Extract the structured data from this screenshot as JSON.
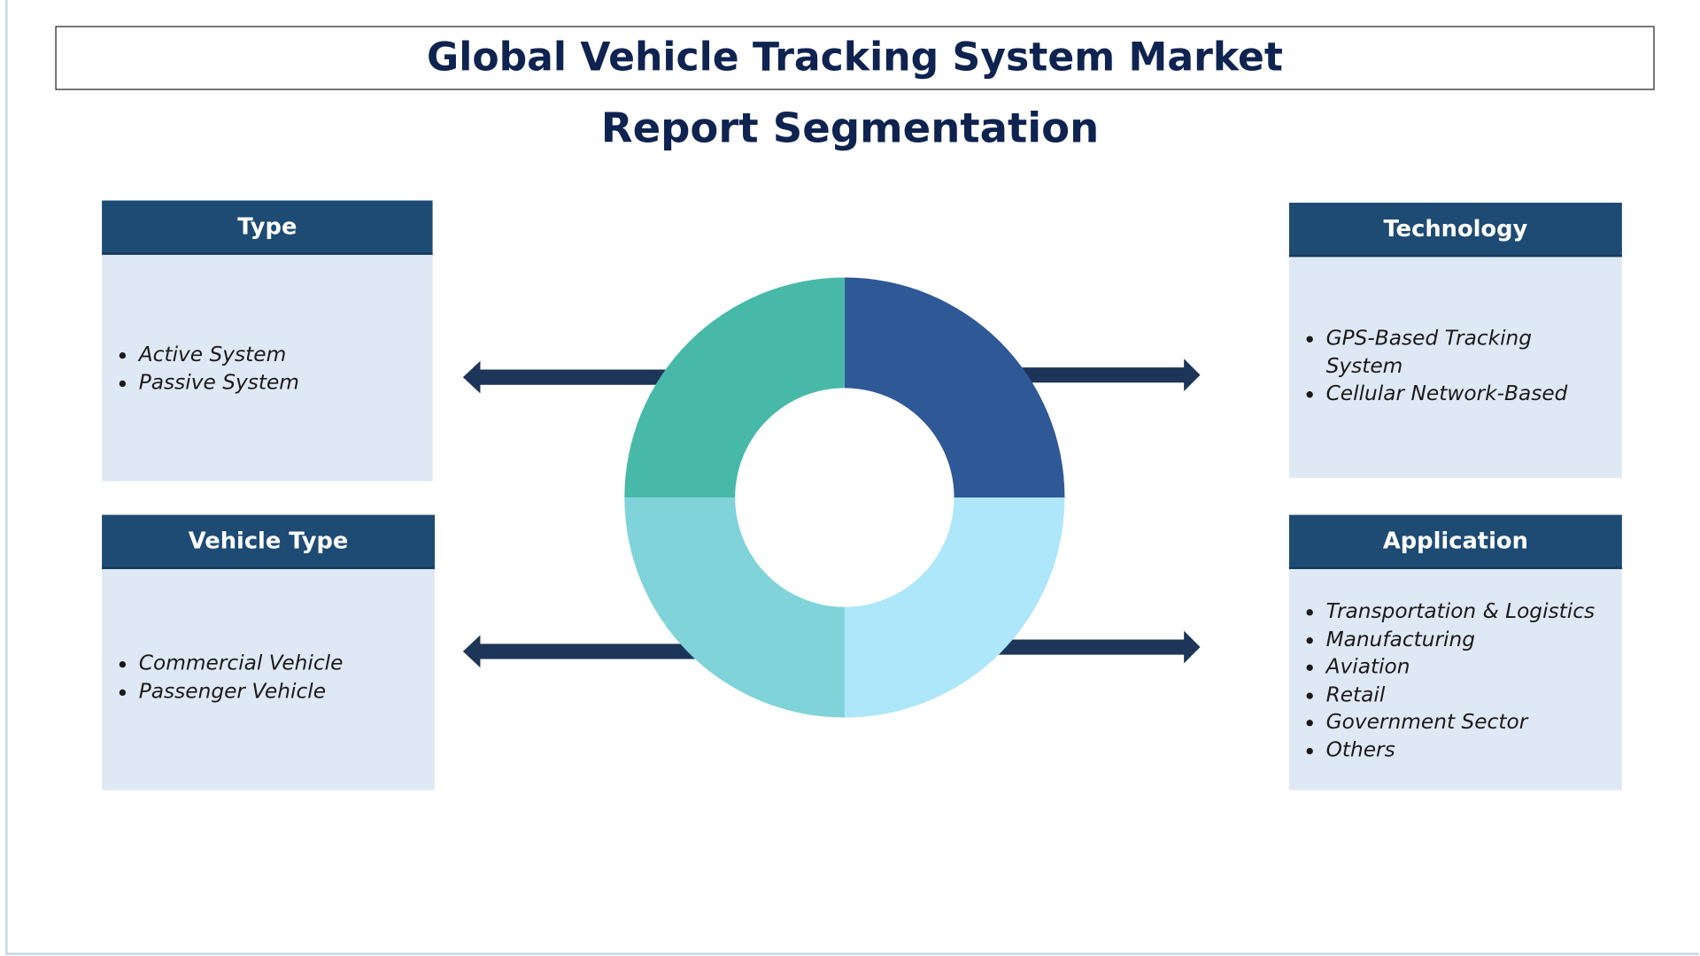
{
  "title": "Global Vehicle Tracking System Market",
  "subtitle": "Report Segmentation",
  "segments": [
    {
      "name": "Type",
      "items": [
        "Active System",
        "Passive System"
      ]
    },
    {
      "name": "Vehicle Type",
      "items": [
        "Commercial Vehicle",
        "Passenger Vehicle"
      ]
    },
    {
      "name": "Technology",
      "items": [
        "GPS-Based Tracking System",
        "Cellular Network-Based"
      ]
    },
    {
      "name": "Application",
      "items": [
        "Transportation & Logistics",
        "Manufacturing",
        "Aviation",
        "Retail",
        "Government Sector",
        "Others"
      ]
    }
  ],
  "colors": {
    "header": "#1e4b74",
    "body": "#dfe9f5",
    "arrow": "#1c3558",
    "donut": [
      "#2f5896",
      "#aee6fa",
      "#7fd3d9",
      "#48b9a8"
    ]
  }
}
